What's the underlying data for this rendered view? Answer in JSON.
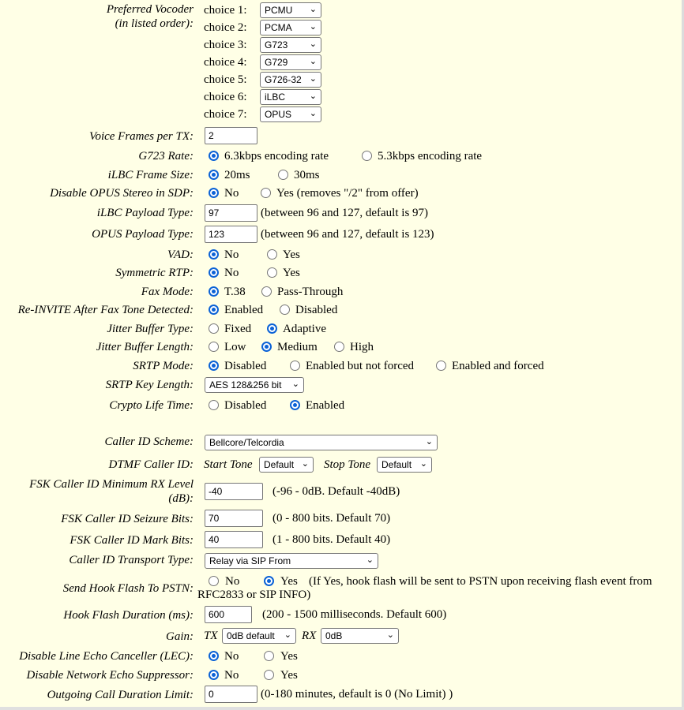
{
  "vocoder": {
    "label": "Preferred Vocoder",
    "sublabel": "(in listed order):",
    "choices": [
      {
        "label": "choice 1:",
        "value": "PCMU"
      },
      {
        "label": "choice 2:",
        "value": "PCMA"
      },
      {
        "label": "choice 3:",
        "value": "G723"
      },
      {
        "label": "choice 4:",
        "value": "G729"
      },
      {
        "label": "choice 5:",
        "value": "G726-32"
      },
      {
        "label": "choice 6:",
        "value": "iLBC"
      },
      {
        "label": "choice 7:",
        "value": "OPUS"
      }
    ]
  },
  "voice_frames": {
    "label": "Voice Frames per TX:",
    "value": "2"
  },
  "g723_rate": {
    "label": "G723 Rate:",
    "opt1": "6.3kbps encoding rate",
    "opt2": "5.3kbps encoding rate",
    "selected": "6.3kbps encoding rate"
  },
  "ilbc_frame": {
    "label": "iLBC Frame Size:",
    "opt1": "20ms",
    "opt2": "30ms",
    "selected": "20ms"
  },
  "opus_stereo": {
    "label": "Disable OPUS Stereo in SDP:",
    "opt1": "No",
    "opt2": "Yes (removes \"/2\" from offer)",
    "selected": "No"
  },
  "ilbc_payload": {
    "label": "iLBC Payload Type:",
    "value": "97",
    "note": "(between 96 and 127, default is 97)"
  },
  "opus_payload": {
    "label": "OPUS Payload Type:",
    "value": "123",
    "note": "(between 96 and 127, default is 123)"
  },
  "vad": {
    "label": "VAD:",
    "opt1": "No",
    "opt2": "Yes",
    "selected": "No"
  },
  "symmetric_rtp": {
    "label": "Symmetric RTP:",
    "opt1": "No",
    "opt2": "Yes",
    "selected": "No"
  },
  "fax_mode": {
    "label": "Fax Mode:",
    "opt1": "T.38",
    "opt2": "Pass-Through",
    "selected": "T.38"
  },
  "reinvite": {
    "label": "Re-INVITE After Fax Tone Detected:",
    "opt1": "Enabled",
    "opt2": "Disabled",
    "selected": "Enabled"
  },
  "jitter_type": {
    "label": "Jitter Buffer Type:",
    "opt1": "Fixed",
    "opt2": "Adaptive",
    "selected": "Adaptive"
  },
  "jitter_length": {
    "label": "Jitter Buffer Length:",
    "opt1": "Low",
    "opt2": "Medium",
    "opt3": "High",
    "selected": "Medium"
  },
  "srtp_mode": {
    "label": "SRTP Mode:",
    "opt1": "Disabled",
    "opt2": "Enabled but not forced",
    "opt3": "Enabled and forced",
    "selected": "Disabled"
  },
  "srtp_key": {
    "label": "SRTP Key Length:",
    "value": "AES 128&256 bit"
  },
  "crypto_life": {
    "label": "Crypto Life Time:",
    "opt1": "Disabled",
    "opt2": "Enabled",
    "selected": "Enabled"
  },
  "callerid_scheme": {
    "label": "Caller ID Scheme:",
    "value": "Bellcore/Telcordia"
  },
  "dtmf_callerid": {
    "label": "DTMF Caller ID:",
    "start_label": "Start Tone",
    "start_value": "Default",
    "stop_label": "Stop Tone",
    "stop_value": "Default"
  },
  "fsk_min_rx": {
    "label_line1": "FSK Caller ID Minimum RX Level",
    "label_line2": "(dB):",
    "value": "-40",
    "note": "(-96 - 0dB. Default -40dB)"
  },
  "fsk_seizure": {
    "label": "FSK Caller ID Seizure Bits:",
    "value": "70",
    "note": "(0 - 800 bits. Default 70)"
  },
  "fsk_mark": {
    "label": "FSK Caller ID Mark Bits:",
    "value": "40",
    "note": "(1 - 800 bits. Default 40)"
  },
  "callerid_transport": {
    "label": "Caller ID Transport Type:",
    "value": "Relay via SIP From"
  },
  "hook_flash_pstn": {
    "label": "Send Hook Flash To PSTN:",
    "opt1": "No",
    "opt2": "Yes",
    "note_line1": "(If Yes, hook flash will be sent to PSTN upon receiving flash event from",
    "note_line2": "RFC2833 or SIP INFO)",
    "selected": "Yes"
  },
  "hook_flash_duration": {
    "label": "Hook Flash Duration (ms):",
    "value": "600",
    "note": "(200 - 1500 milliseconds. Default 600)"
  },
  "gain": {
    "label": "Gain:",
    "tx_label": "TX",
    "tx_value": "0dB default",
    "rx_label": "RX",
    "rx_value": "0dB"
  },
  "lec": {
    "label": "Disable Line Echo Canceller (LEC):",
    "opt1": "No",
    "opt2": "Yes",
    "selected": "No"
  },
  "nes": {
    "label": "Disable Network Echo Suppressor:",
    "opt1": "No",
    "opt2": "Yes",
    "selected": "No"
  },
  "call_limit": {
    "label": "Outgoing Call Duration Limit:",
    "value": "0",
    "note": "(0-180 minutes, default is 0 (No Limit) )"
  },
  "icons": {
    "dropdown": "chevron-down-icon",
    "radio_on": "radio-selected",
    "radio_off": "radio-unselected"
  },
  "colors": {
    "background": "#ffffe6",
    "radio_accent": "#0b62d6",
    "field_border": "#767676"
  }
}
